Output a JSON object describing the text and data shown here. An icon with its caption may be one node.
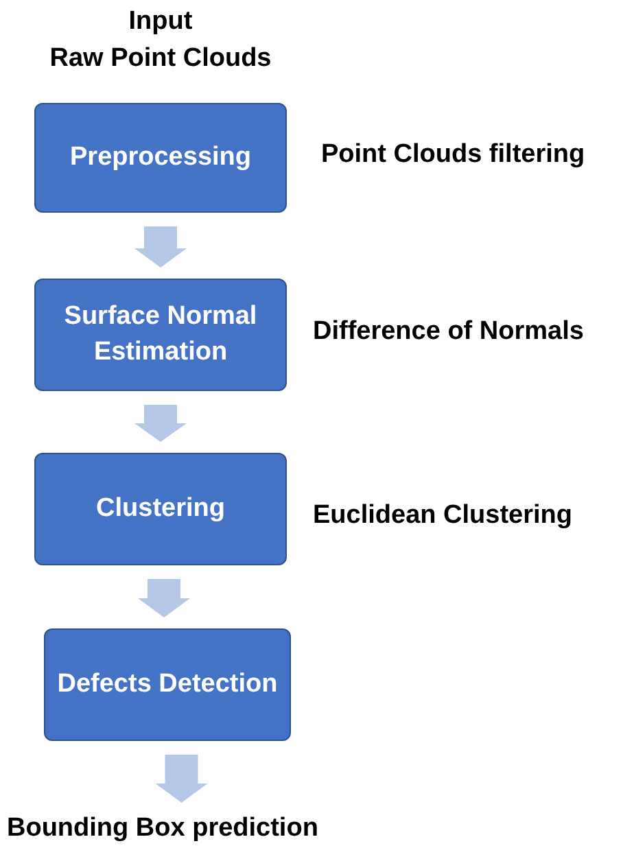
{
  "diagram": {
    "nodes": [
      {
        "text": [
          "Preprocessing"
        ],
        "beside": [
          "Point Clouds filtering"
        ]
      },
      {
        "text": [
          "Surface Normal Estimation"
        ],
        "beside": [
          "Difference of Normals"
        ]
      },
      {
        "text": [
          "Clustering"
        ],
        "beside": [
          "Euclidean Clustering"
        ]
      },
      {
        "text": [
          "Defects Detection"
        ]
      },
      {
        "text": [
          "Bounding Box prediction"
        ]
      }
    ],
    "edges": [
      {
        "from": 0,
        "to": 1,
        "arrow": "to"
      },
      {
        "from": 1,
        "to": 2,
        "arrow": "to"
      },
      {
        "from": 2,
        "to": 3,
        "arrow": "to"
      },
      {
        "from": 3,
        "to": 4,
        "arrow": "to"
      }
    ],
    "labels": [
      "Input",
      "Raw Point Clouds"
    ]
  }
}
